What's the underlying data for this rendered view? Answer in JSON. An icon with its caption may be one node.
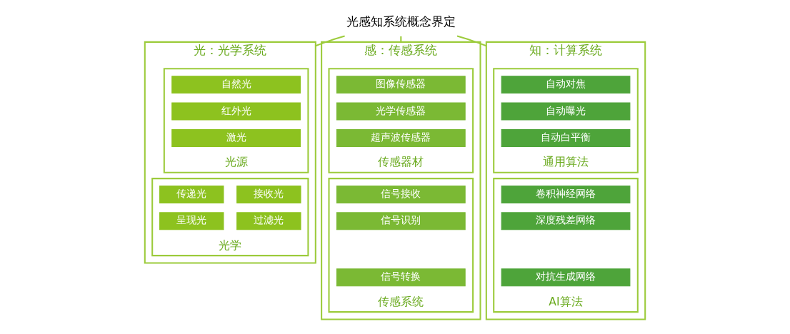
{
  "diagram": {
    "nodes": [
      {
        "text": [
          "光感知系统概念界定"
        ]
      },
      {
        "text": [
          "光：光学系统"
        ]
      },
      {
        "text": [
          "光源"
        ],
        "in": 1
      },
      {
        "text": [
          "自然光"
        ],
        "in": 2
      },
      {
        "text": [
          "红外光"
        ],
        "in": 2
      },
      {
        "text": [
          "激光"
        ],
        "in": 2
      },
      {
        "text": [
          "光学"
        ],
        "in": 1
      },
      {
        "text": [
          "接收光"
        ],
        "in": 6
      },
      {
        "text": [
          "传递光"
        ],
        "in": 6
      },
      {
        "text": [
          "过滤光"
        ],
        "in": 6
      },
      {
        "text": [
          "呈现光"
        ],
        "in": 6
      },
      {
        "text": [
          "感：传感系统"
        ]
      },
      {
        "text": [
          "传感器材"
        ],
        "in": 11
      },
      {
        "text": [
          "图像传感器"
        ],
        "in": 12
      },
      {
        "text": [
          "光学传感器"
        ],
        "in": 12
      },
      {
        "text": [
          "超声波传感器"
        ],
        "in": 12
      },
      {
        "text": [
          "传感系统"
        ],
        "in": 11
      },
      {
        "text": [
          "信号接收"
        ],
        "in": 16
      },
      {
        "text": [
          "信号识别"
        ],
        "in": 16
      },
      {
        "text": [
          "信号转换"
        ],
        "in": 16
      },
      {
        "text": [
          "知：计算系统"
        ]
      },
      {
        "text": [
          "通用算法"
        ],
        "in": 20
      },
      {
        "text": [
          "自动对焦"
        ],
        "in": 21
      },
      {
        "text": [
          "自动曝光"
        ],
        "in": 21
      },
      {
        "text": [
          "自动白平衡"
        ],
        "in": 21
      },
      {
        "text": [
          "AI算法"
        ],
        "in": 20
      },
      {
        "text": [
          "卷积神经网络"
        ],
        "in": 25
      },
      {
        "text": [
          "深度残差网络"
        ],
        "in": 25
      },
      {
        "text": [
          "对抗生成网络"
        ],
        "in": 25
      }
    ],
    "edges": [
      {
        "from": 0,
        "to": 1,
        "arrow": "none"
      },
      {
        "from": 0,
        "to": 11,
        "arrow": "none"
      },
      {
        "from": 0,
        "to": 20,
        "arrow": "none"
      }
    ]
  }
}
